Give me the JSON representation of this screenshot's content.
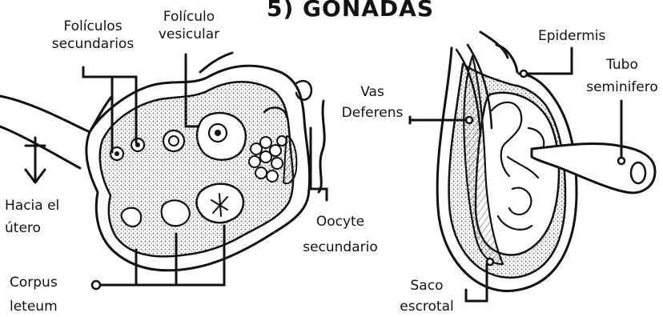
{
  "title": "5) GONADAS",
  "ovary_labels": {
    "foliculos_secundarios": [
      "Folículos",
      "secundarios"
    ],
    "foliculo_vesicular": [
      "Folículo",
      "vesicular"
    ],
    "hacia_el_utero": [
      "Hacia el",
      "útero"
    ],
    "corpus_leteum": [
      "Corpus",
      "leteum"
    ],
    "oocyte_secundario": [
      "Oocyte",
      "secundario"
    ]
  },
  "testis_labels": {
    "epidermis": "Epidermis",
    "tubo_seminifero": [
      "Tubo",
      "seminifero"
    ],
    "vas_deferens": [
      "Vas",
      "Deferens"
    ],
    "saco_escrotal": [
      "Saco",
      "escrotal"
    ]
  }
}
